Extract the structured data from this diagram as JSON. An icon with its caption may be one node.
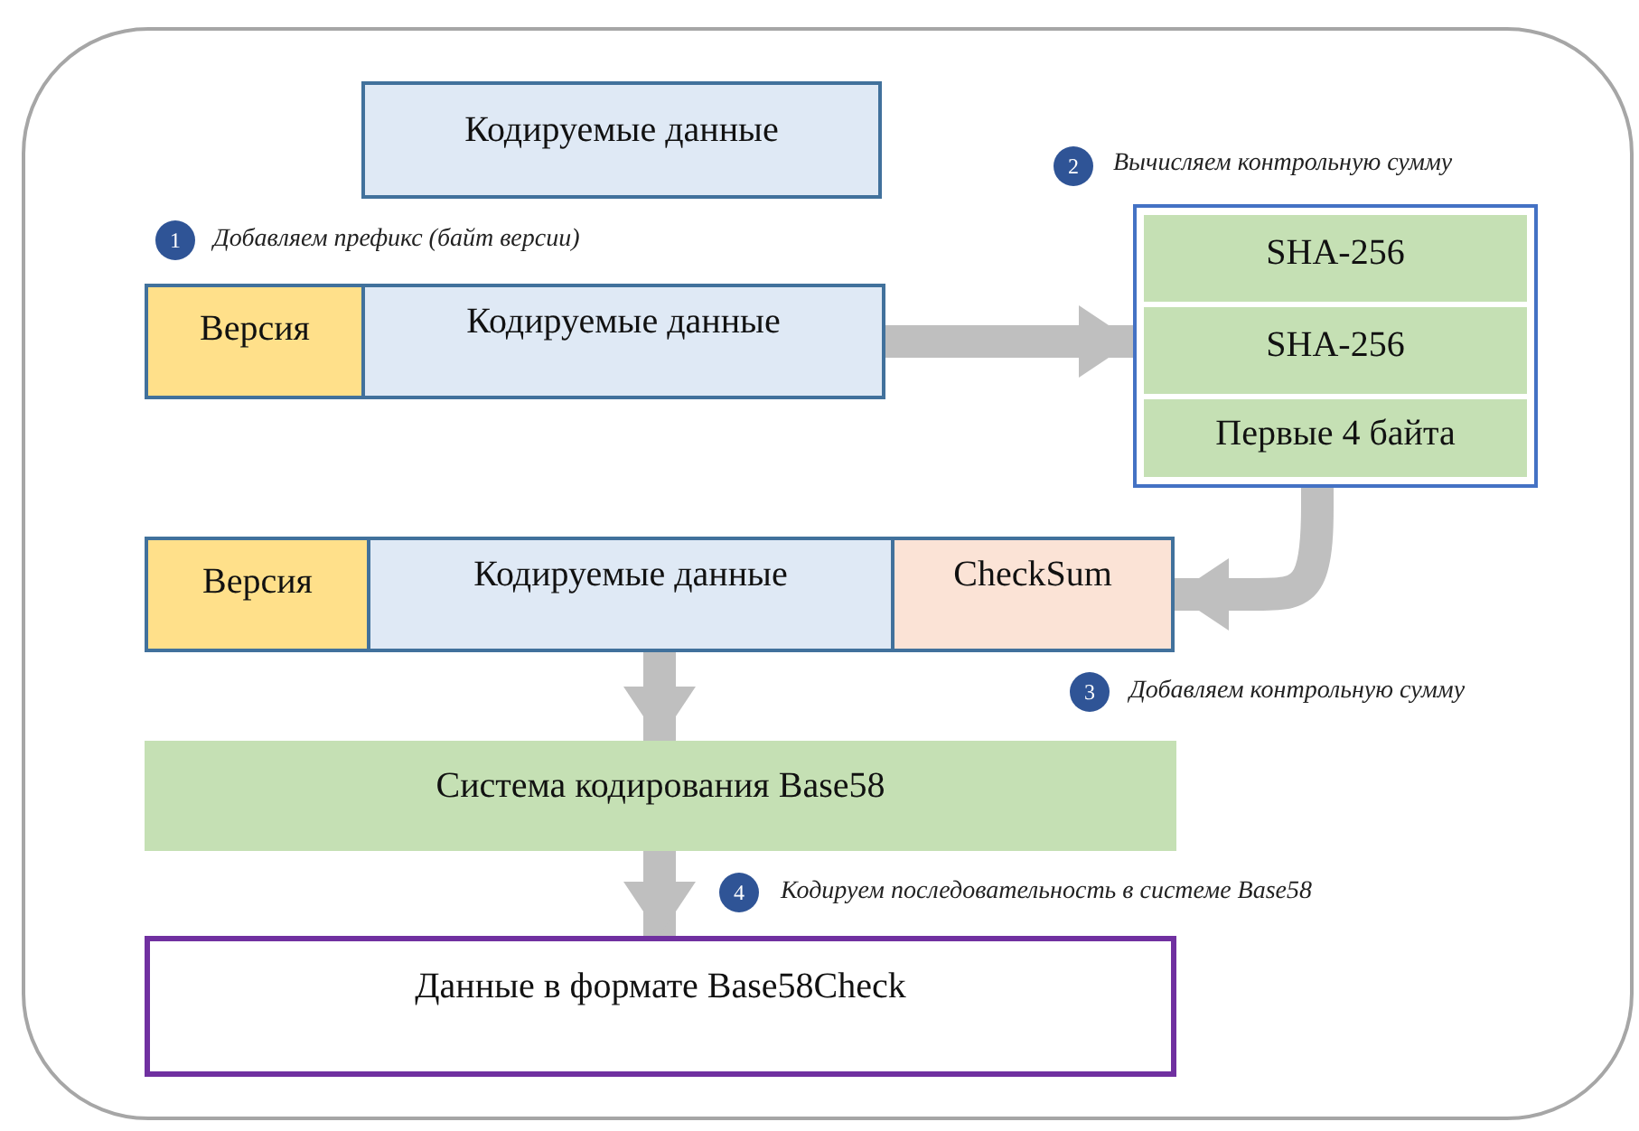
{
  "diagram": {
    "nodes": [
      {
        "text": [],
        "shape": "box"
      },
      {
        "text": [
          "Кодируемые данные"
        ],
        "in": 0
      },
      {
        "text": [],
        "shape": "box",
        "in": 0
      },
      {
        "text": [
          "Версия"
        ],
        "in": 2
      },
      {
        "text": [
          "Кодируемые данные"
        ],
        "in": 2
      },
      {
        "text": [],
        "shape": "box",
        "in": 0
      },
      {
        "text": [
          "SHA-256"
        ],
        "in": 5
      },
      {
        "text": [
          "SHA-256"
        ],
        "in": 5
      },
      {
        "text": [
          "Первые 4 байта"
        ],
        "in": 5
      },
      {
        "text": [],
        "shape": "box",
        "in": 0
      },
      {
        "text": [
          "Версия"
        ],
        "in": 9
      },
      {
        "text": [
          "Кодируемые данные"
        ],
        "in": 9
      },
      {
        "text": [
          "CheckSum"
        ],
        "in": 9
      },
      {
        "text": [
          "Система кодирования Base58"
        ],
        "in": 0
      },
      {
        "text": [
          "Данные в формате Base58Check"
        ],
        "in": 0
      }
    ],
    "edges": [
      {
        "from": 2,
        "to": 5,
        "arrow": "to"
      },
      {
        "from": 5,
        "to": 9,
        "arrow": "to"
      },
      {
        "from": 9,
        "to": 13,
        "arrow": "to"
      },
      {
        "from": 13,
        "to": 14,
        "arrow": "to"
      }
    ],
    "labels": [
      "2",
      "Вычисляем контрольную сумму",
      "1",
      "Добавляем префикс (байт версии)",
      "3",
      "Добавляем контрольную сумму",
      "4",
      "Кодируем последовательность в системе  Base58"
    ]
  }
}
